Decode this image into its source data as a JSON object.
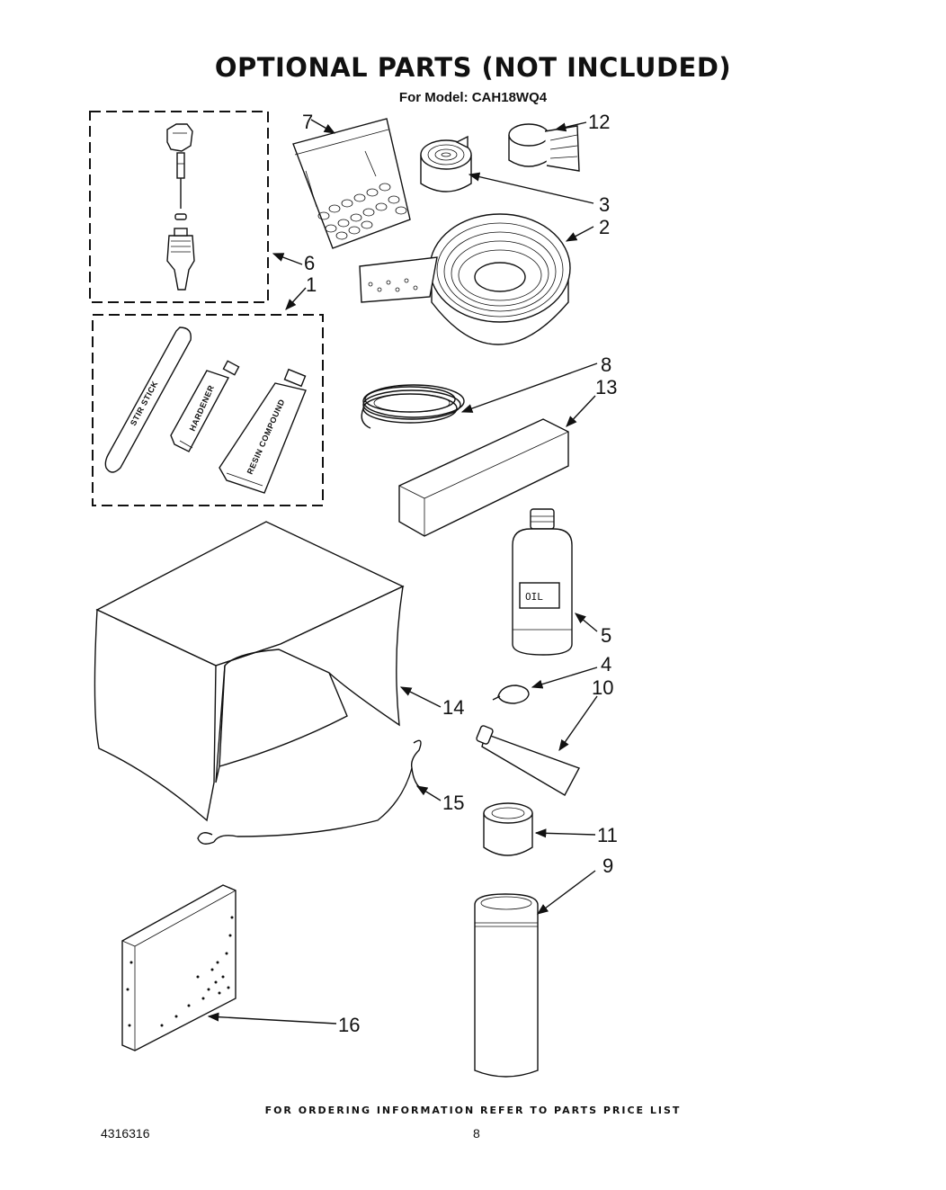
{
  "header": {
    "title": "OPTIONAL PARTS (NOT INCLUDED)",
    "model": "For Model: CAH18WQ4"
  },
  "callouts": {
    "c1": "1",
    "c2": "2",
    "c3": "3",
    "c4": "4",
    "c5": "5",
    "c6": "6",
    "c7": "7",
    "c8": "8",
    "c9": "9",
    "c10": "10",
    "c11": "11",
    "c12": "12",
    "c13": "13",
    "c14": "14",
    "c15": "15",
    "c16": "16"
  },
  "labels": {
    "stir_stick": "STIR STICK",
    "hardener": "HARDENER",
    "resin": "RESIN COMPOUND",
    "oil": "OIL"
  },
  "footer": {
    "ordering_info": "FOR ORDERING INFORMATION REFER TO PARTS PRICE LIST",
    "doc_number": "4316316",
    "page_number": "8"
  }
}
